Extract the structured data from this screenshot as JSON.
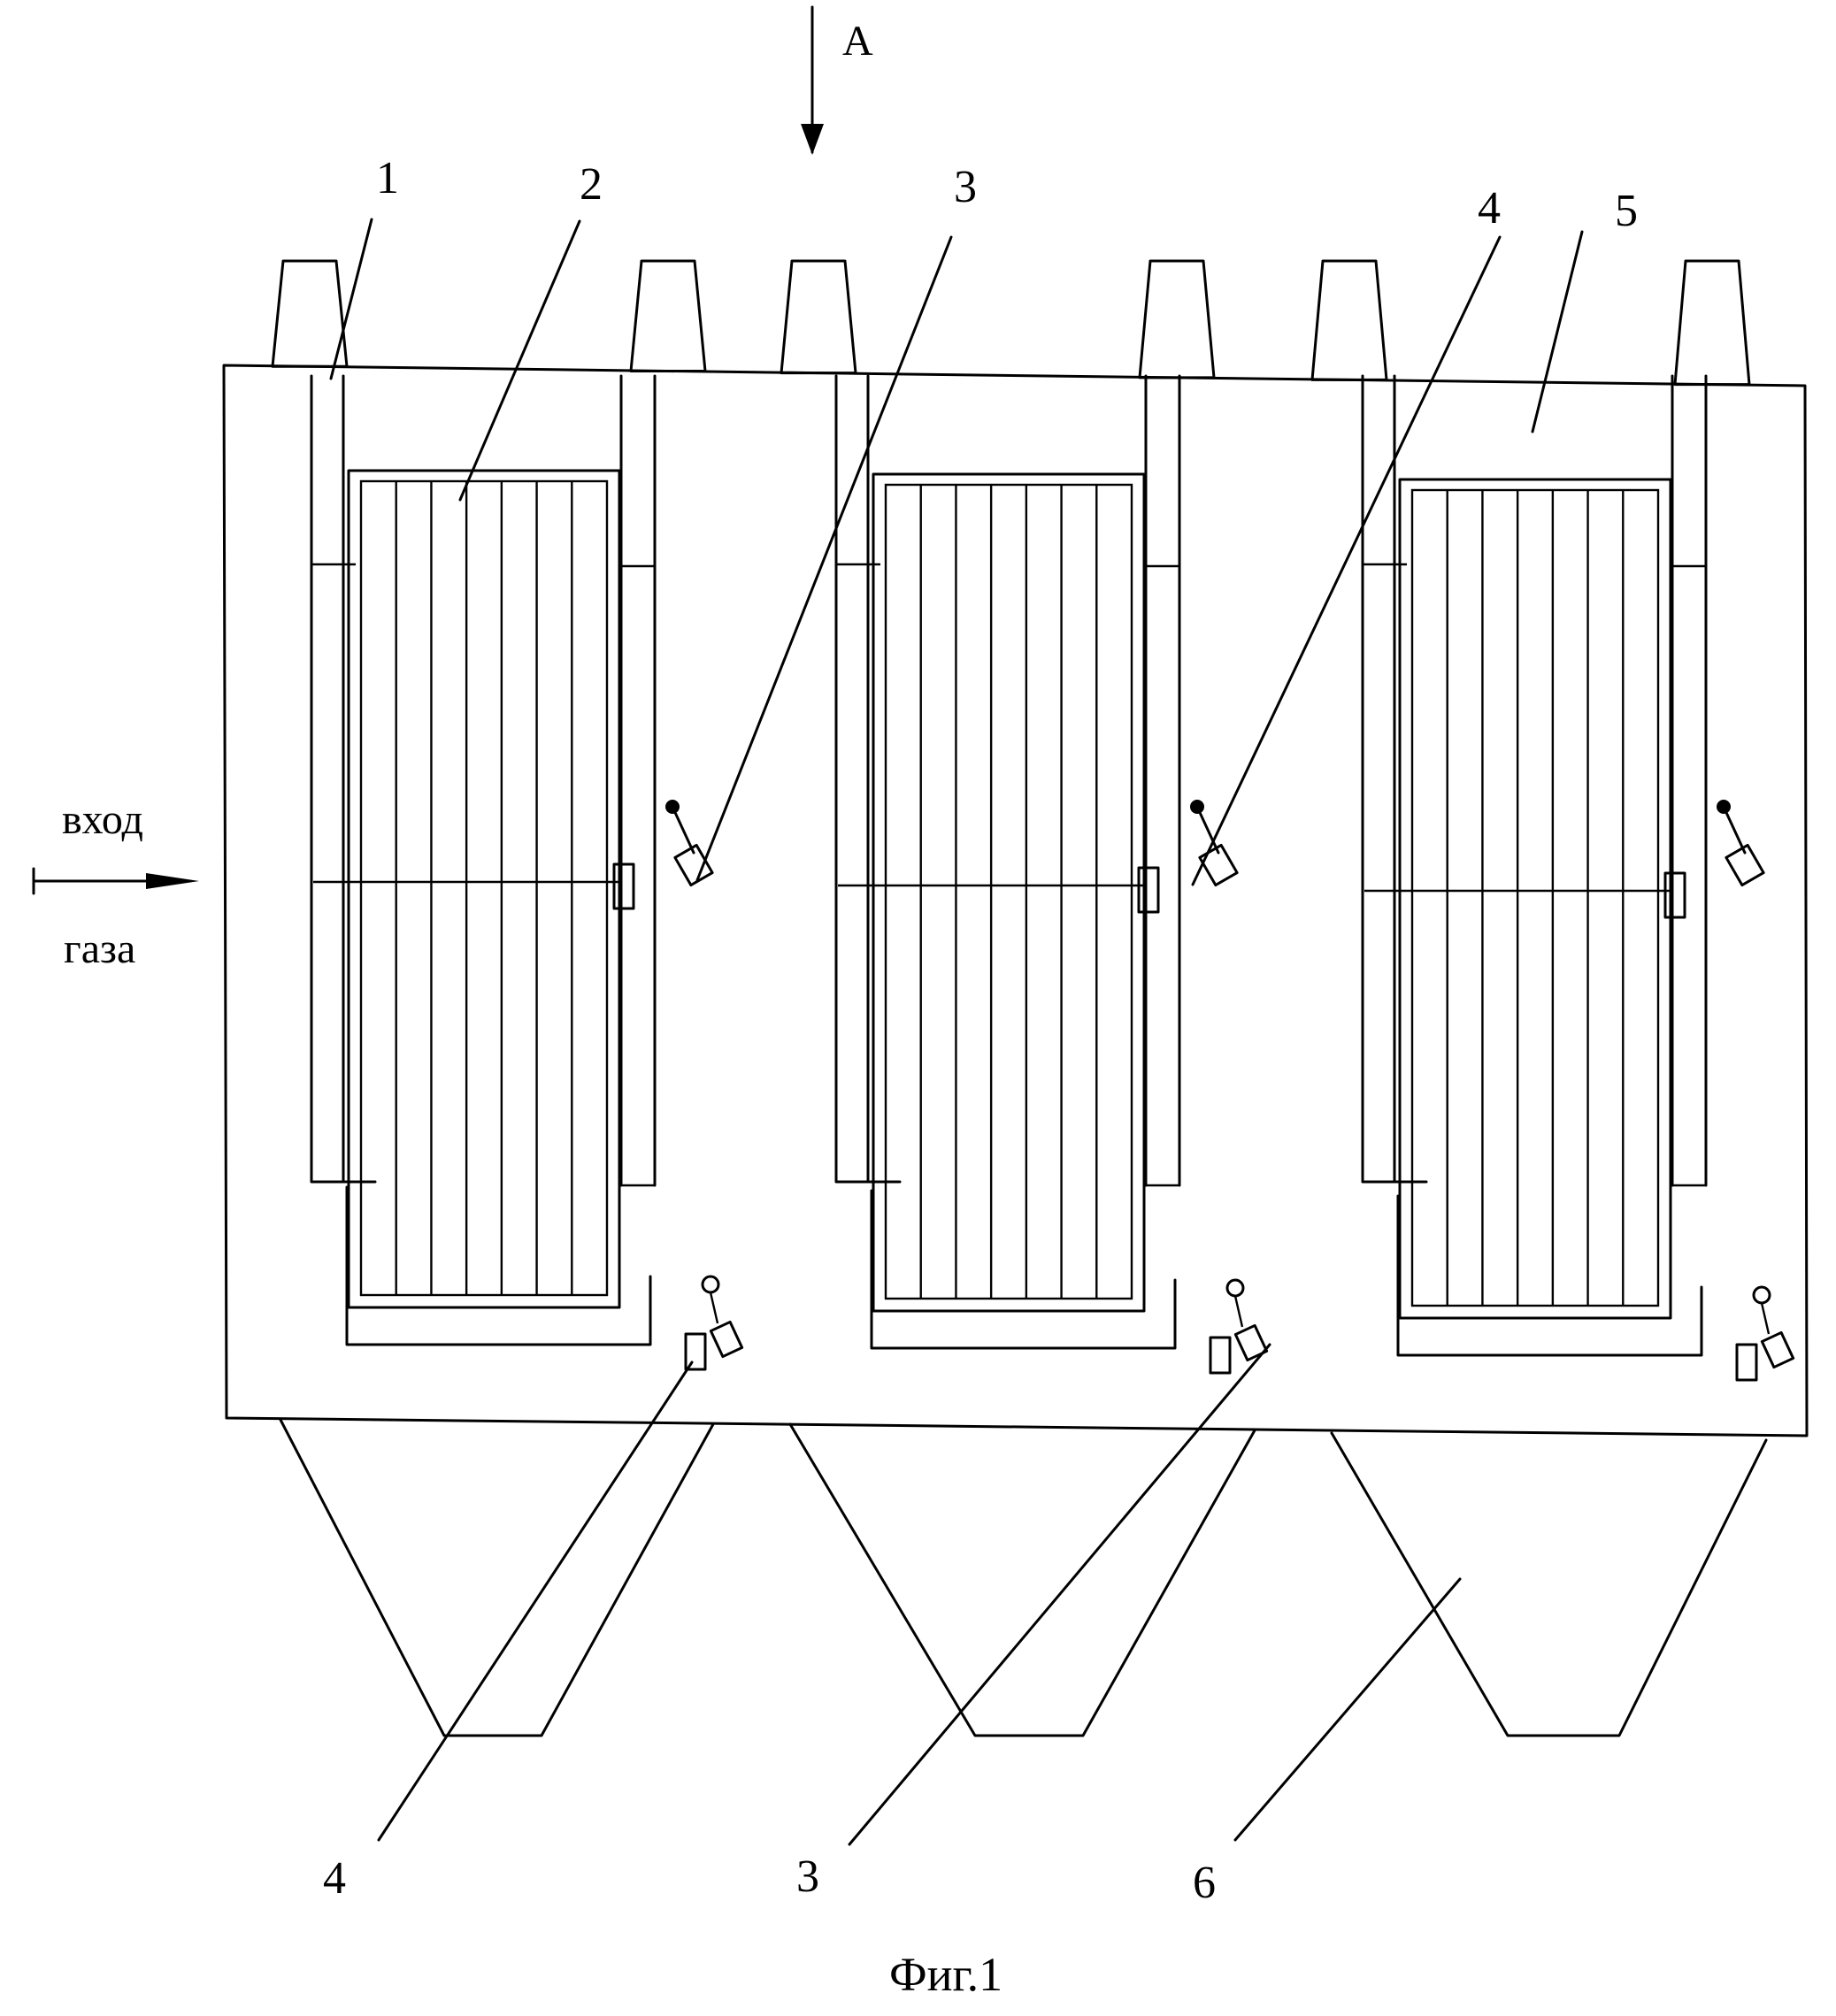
{
  "labels": {
    "view_arrow": "A",
    "inlet_top": "вход",
    "inlet_bottom": "газа",
    "caption": "Фиг.1",
    "callouts": [
      "1",
      "2",
      "3",
      "4",
      "5",
      "3",
      "4",
      "6"
    ]
  },
  "diagram": {
    "sections": 3,
    "filter_elements_per_section": 7,
    "stacks": 6,
    "hoppers": 3
  }
}
